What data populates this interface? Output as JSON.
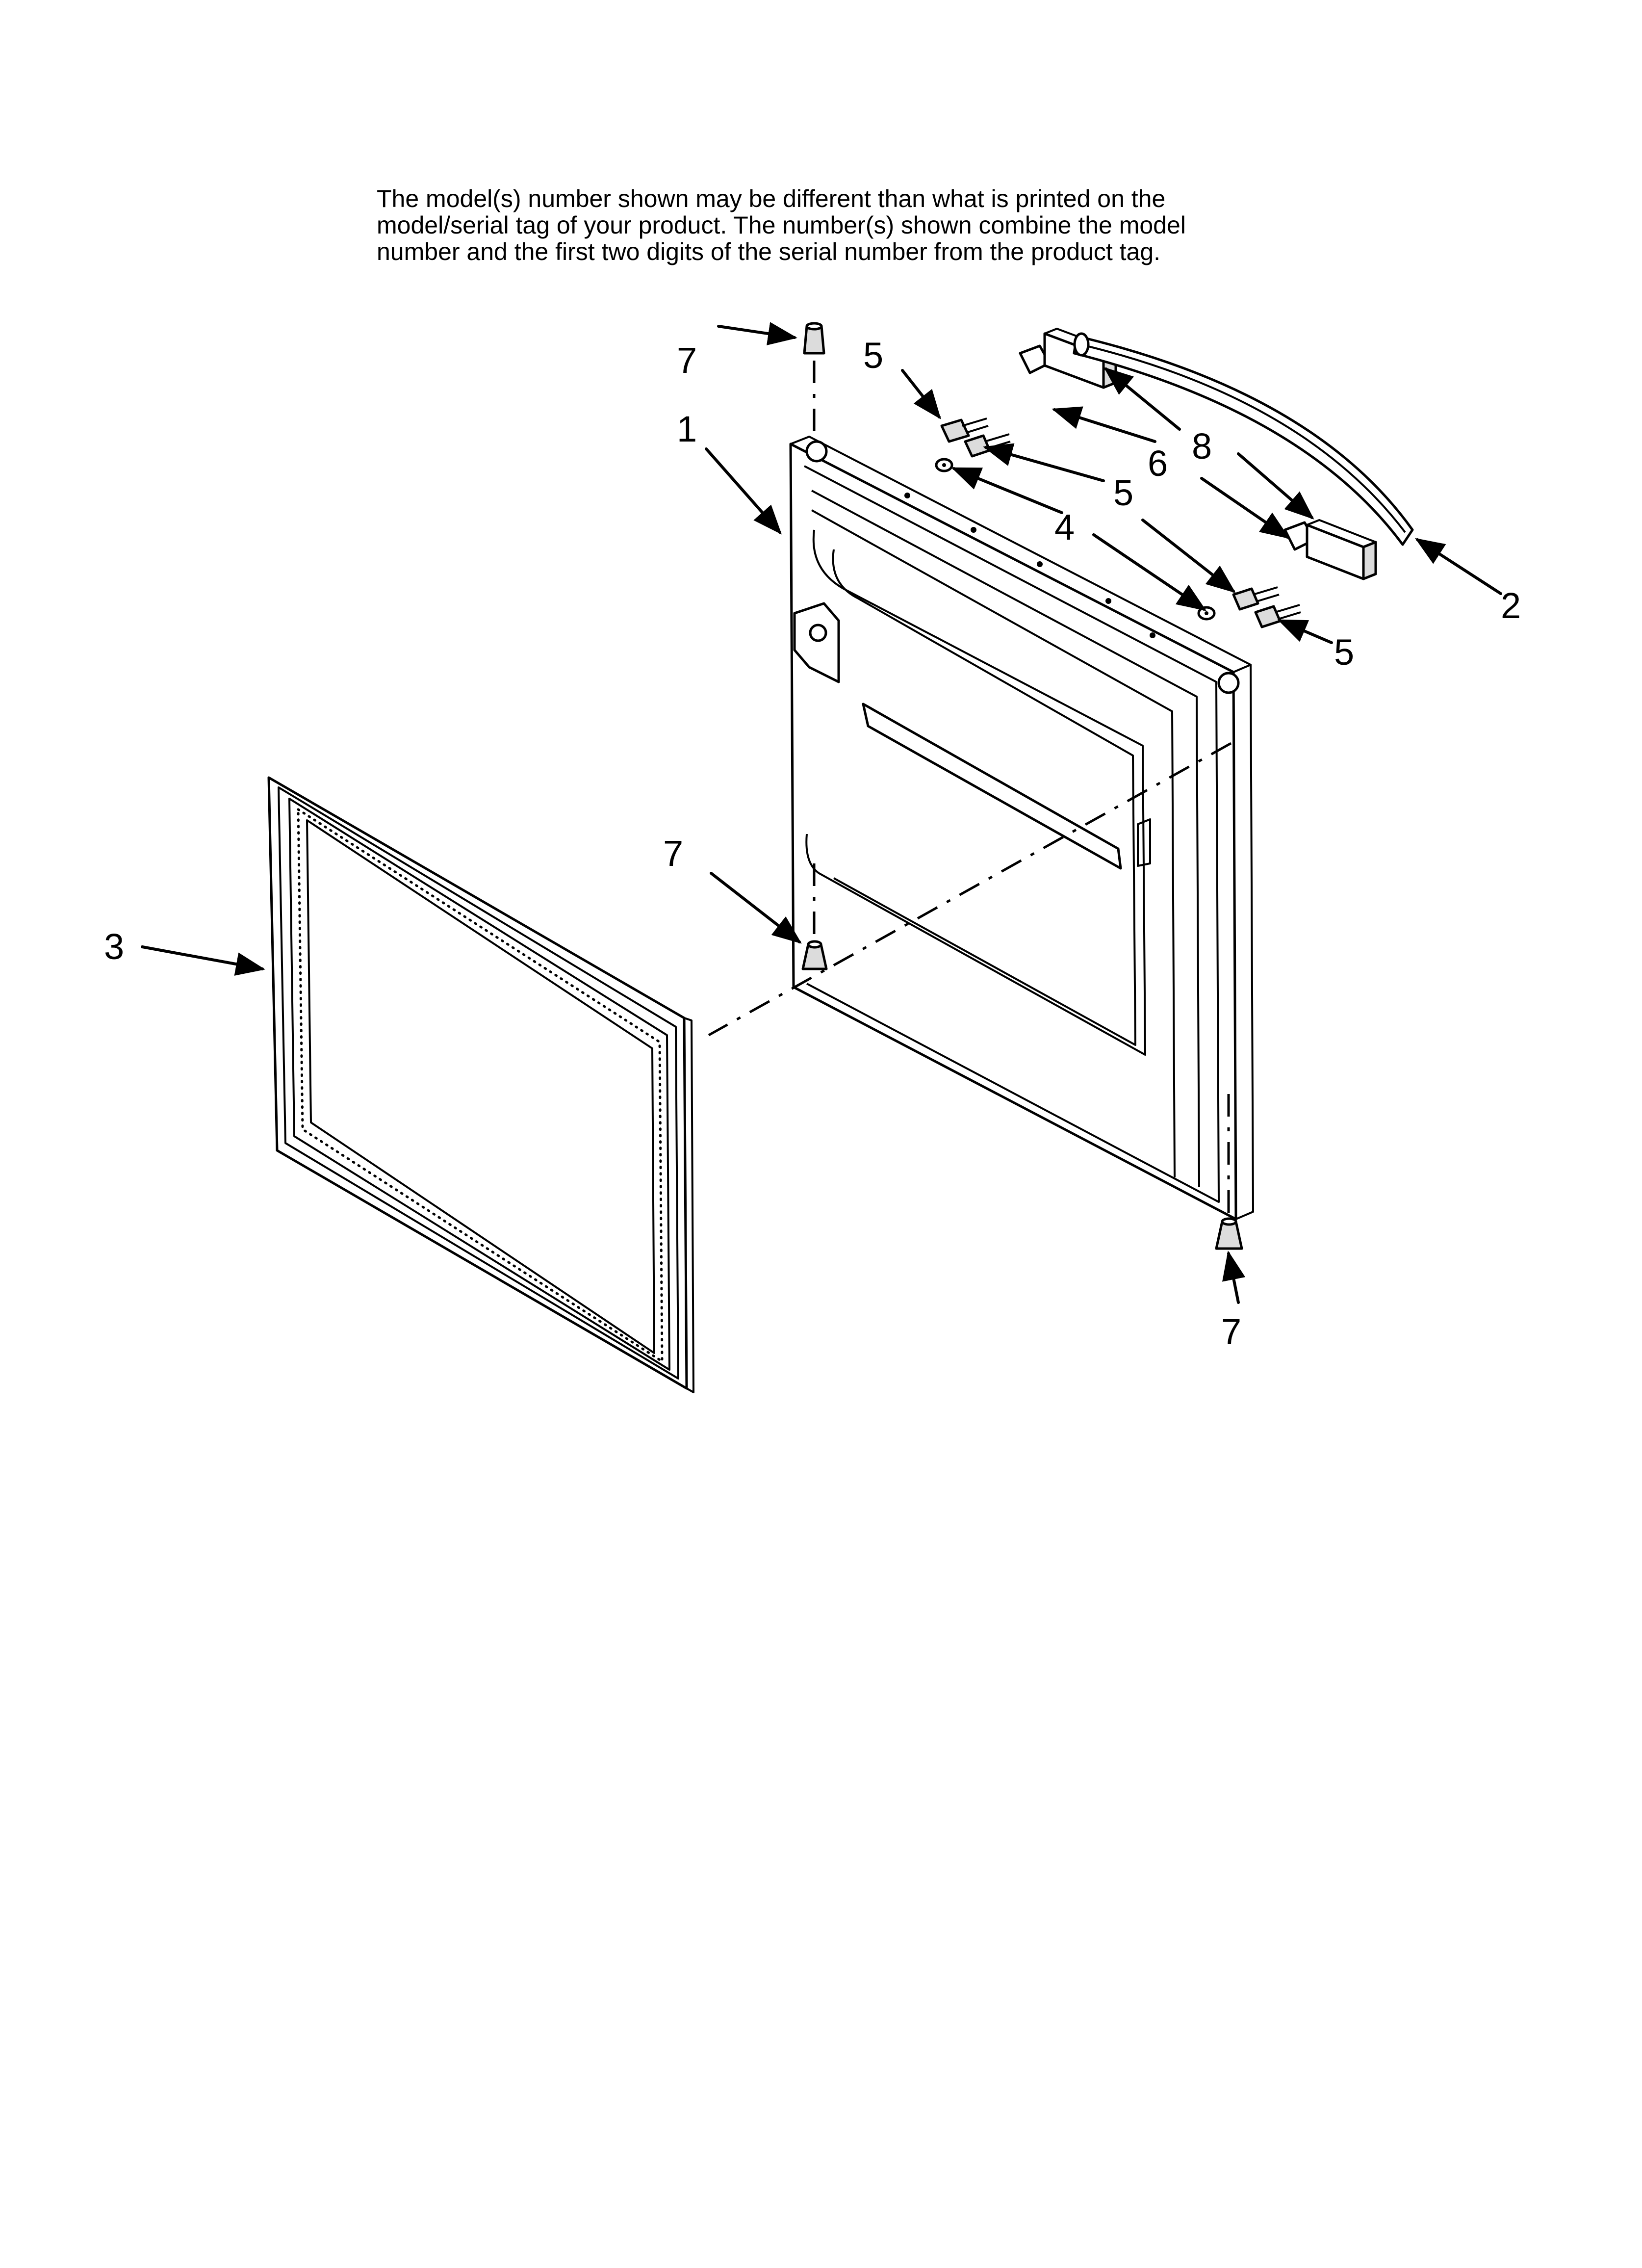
{
  "note": {
    "line1": "The model(s) number shown may be different than what is printed on the",
    "line2": "model/serial tag of your product. The number(s) shown combine the model",
    "line3": "number and the first two digits of the serial number from the product tag."
  },
  "callouts": {
    "door_panel": "1",
    "handle": "2",
    "gasket": "3",
    "washer": "4",
    "screw_top_left": "5",
    "screw_top_right": "5",
    "screw_mid": "5",
    "screw_bottom": "5",
    "clip": "6",
    "cap_top": "7",
    "cap_mid": "7",
    "cap_bottom": "7",
    "end_cap": "8"
  }
}
